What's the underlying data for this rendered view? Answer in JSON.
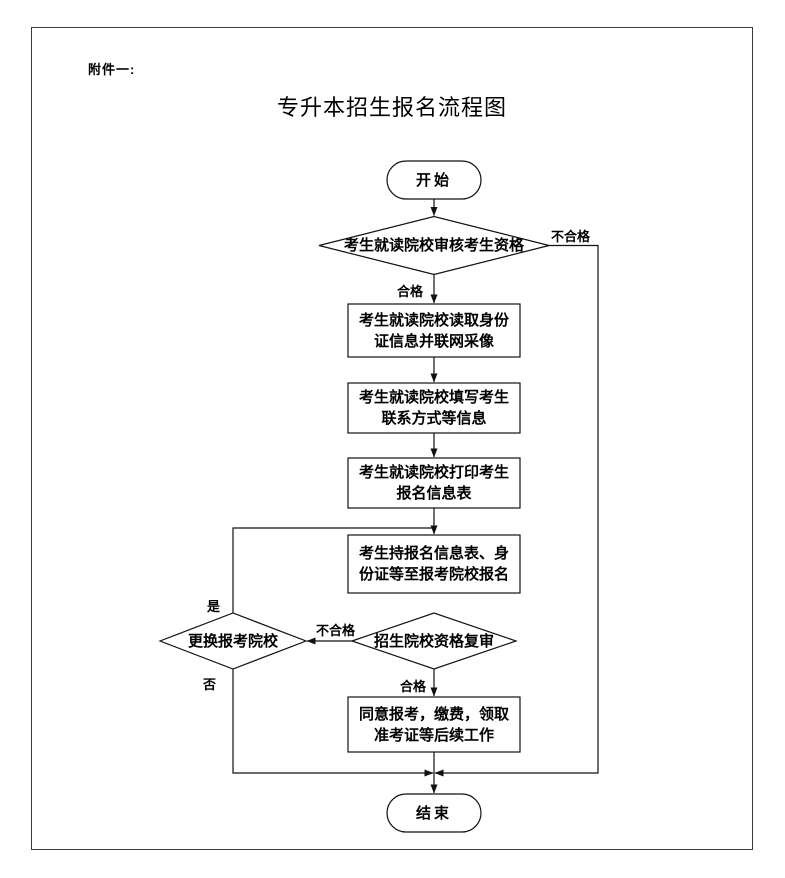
{
  "page": {
    "attachment": "附件一:",
    "title": "专升本招生报名流程图"
  },
  "nodes": {
    "start": "开始",
    "audit": "考生就读院校审核考生资格",
    "read_id": "考生就读院校读取身份证信息并联网采像",
    "contact": "考生就读院校填写考生联系方式等信息",
    "print": "考生就读院校打印考生报名信息表",
    "register": "考生持报名信息表、身份证等至报考院校报名",
    "review": "招生院校资格复审",
    "change": "更换报考院校",
    "agree": "同意报考，缴费，领取准考证等后续工作",
    "end": "结束"
  },
  "labels": {
    "fail_top": "不合格",
    "pass_top": "合格",
    "fail_review": "不合格",
    "pass_review": "合格",
    "yes": "是",
    "no": "否"
  },
  "colors": {
    "line": "#111111",
    "page_border": "#3a3a3a",
    "background": "#ffffff",
    "text": "#000000"
  }
}
